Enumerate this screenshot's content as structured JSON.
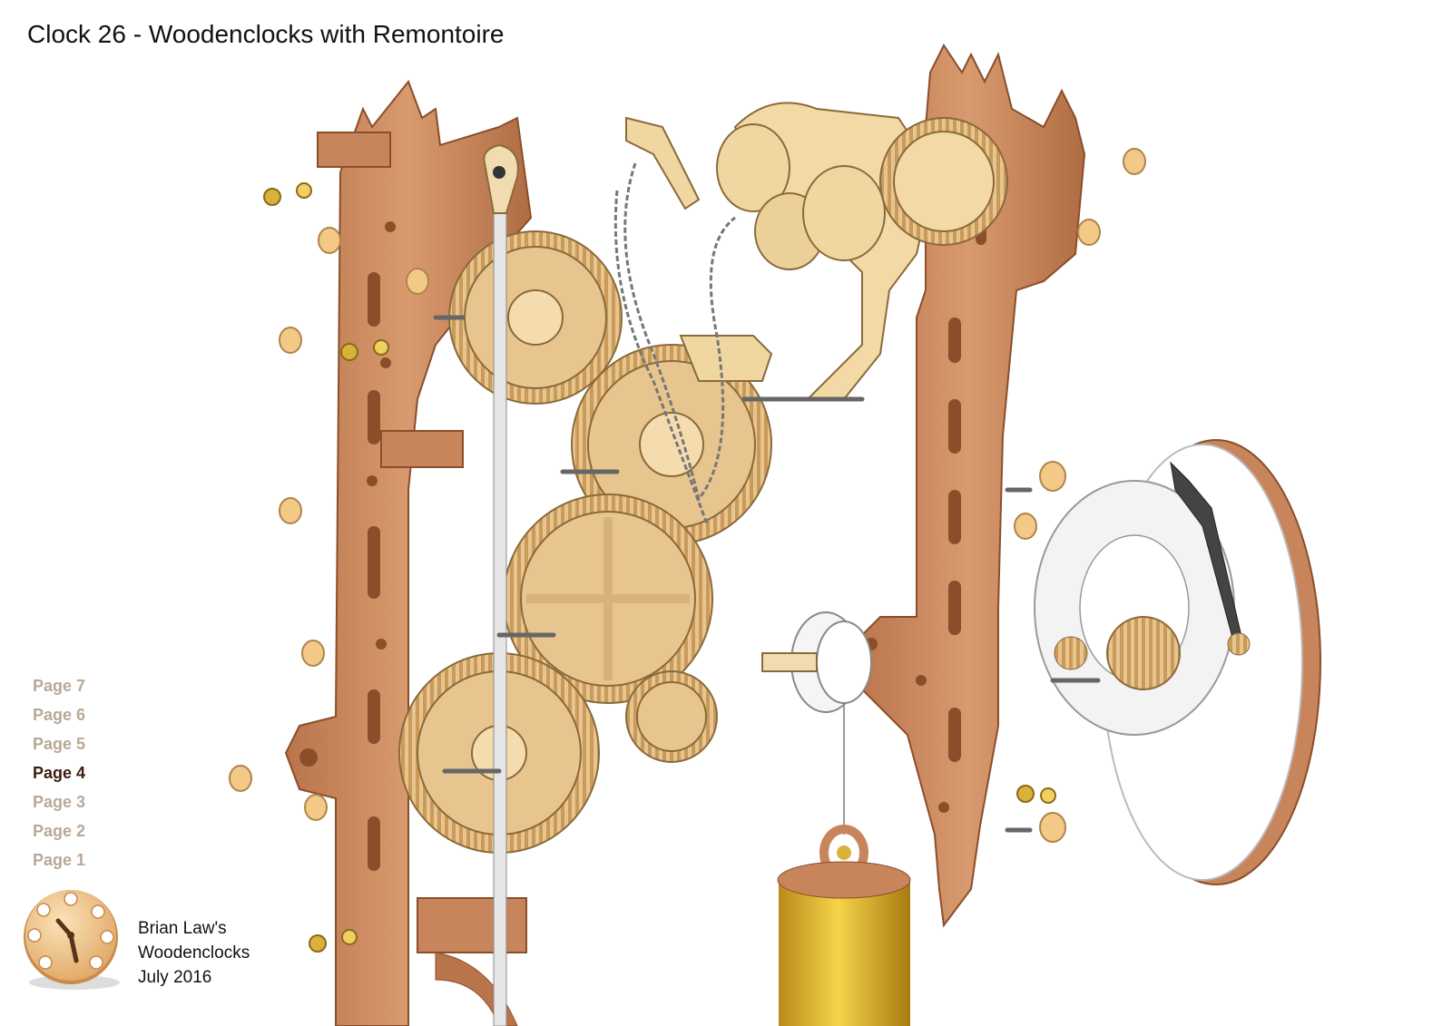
{
  "title": "Clock 26 - Woodenclocks with Remontoire",
  "nav": [
    {
      "label": "Page 7",
      "active": false
    },
    {
      "label": "Page 6",
      "active": false
    },
    {
      "label": "Page 5",
      "active": false
    },
    {
      "label": "Page 4",
      "active": true
    },
    {
      "label": "Page 3",
      "active": false
    },
    {
      "label": "Page 2",
      "active": false
    },
    {
      "label": "Page 1",
      "active": false
    }
  ],
  "credit": {
    "line1": "Brian Law's",
    "line2": "Woodenclocks",
    "line3": "July 2016"
  },
  "colors": {
    "frame_wood": "#c8855c",
    "gear_wood": "#e8c58e",
    "nav_active": "#3a1e10",
    "nav_inactive": "#b8a898",
    "brass": "#d9b23a"
  }
}
